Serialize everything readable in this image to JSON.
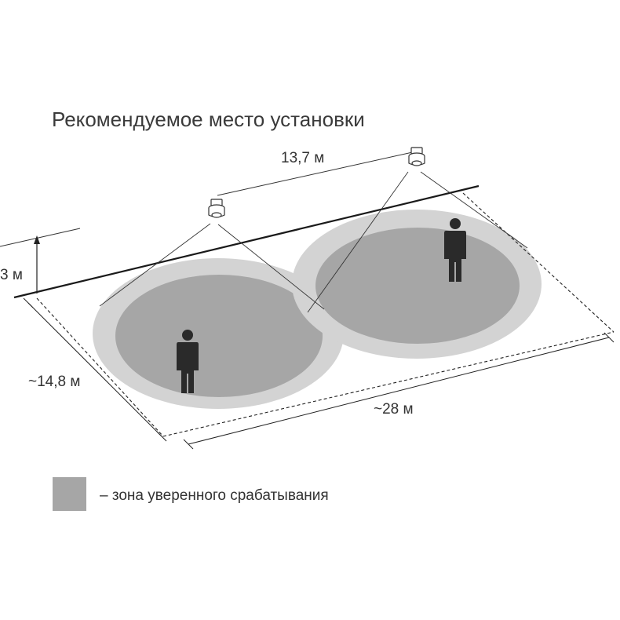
{
  "title": "Рекомендуемое место установки",
  "dimensions": {
    "sensor_spacing": "13,7 м",
    "mount_height": "3 м",
    "zone_depth": "~14,8 м",
    "zone_length": "~28 м"
  },
  "legend": {
    "label": "– зона уверенного срабатывания"
  },
  "colors": {
    "zone_outer": "#d3d3d3",
    "zone_inner": "#a6a6a6",
    "person": "#2a2a2a",
    "line": "#1a1a1a"
  }
}
